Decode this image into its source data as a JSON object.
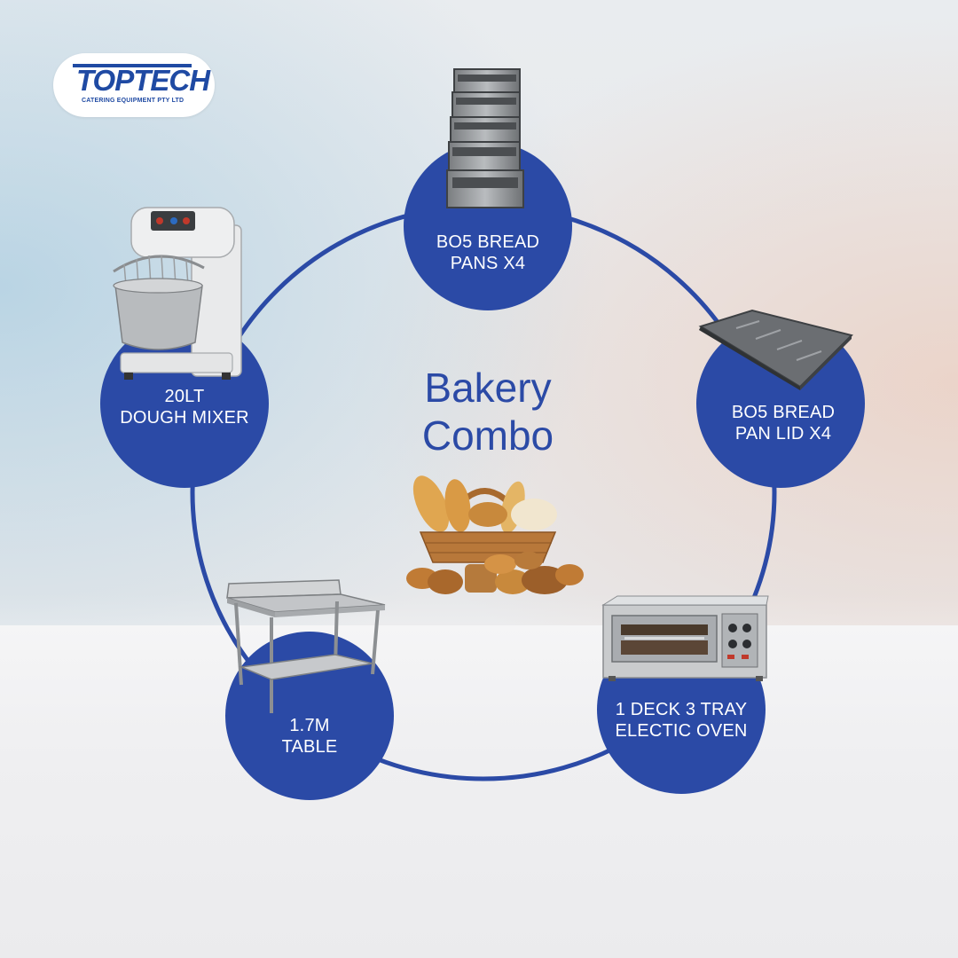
{
  "logo": {
    "wordmark": "TOPTECH",
    "tagline": "CATERING EQUIPMENT PTY LTD"
  },
  "title": {
    "line1": "Bakery",
    "line2": "Combo"
  },
  "items": {
    "pans": "BO5 BREAD\nPANS X4",
    "lid": "BO5 BREAD\nPAN LID X4",
    "oven": "1 DECK 3 TRAY\nELECTIC OVEN",
    "table": "1.7M\nTABLE",
    "mixer": "20LT\nDOUGH MIXER"
  },
  "colors": {
    "accent": "#2b4aa6",
    "brand": "#1f4aa3"
  }
}
